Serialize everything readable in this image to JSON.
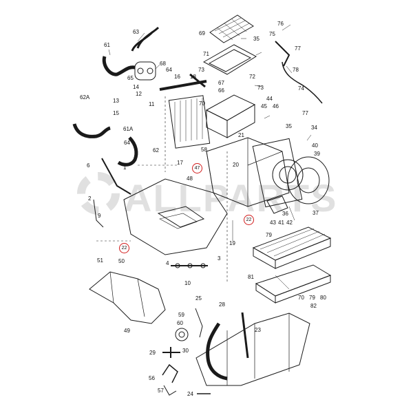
{
  "watermark": {
    "text": "ALLPARTS"
  },
  "part_labels": [
    {
      "id": "p63",
      "text": "63"
    },
    {
      "id": "p61",
      "text": "61"
    },
    {
      "id": "p68",
      "text": "68"
    },
    {
      "id": "p64a",
      "text": "64"
    },
    {
      "id": "p65",
      "text": "65"
    },
    {
      "id": "p16",
      "text": "16"
    },
    {
      "id": "p18",
      "text": "18"
    },
    {
      "id": "p73",
      "text": "73"
    },
    {
      "id": "p69",
      "text": "69"
    },
    {
      "id": "p35a",
      "text": "35"
    },
    {
      "id": "p71",
      "text": "71"
    },
    {
      "id": "p76",
      "text": "76"
    },
    {
      "id": "p75",
      "text": "75"
    },
    {
      "id": "p77a",
      "text": "77"
    },
    {
      "id": "p78",
      "text": "78"
    },
    {
      "id": "p74",
      "text": "74"
    },
    {
      "id": "p72",
      "text": "72"
    },
    {
      "id": "p67",
      "text": "67"
    },
    {
      "id": "p66",
      "text": "66"
    },
    {
      "id": "p73b",
      "text": "73"
    },
    {
      "id": "p44",
      "text": "44"
    },
    {
      "id": "p45",
      "text": "45"
    },
    {
      "id": "p46",
      "text": "46"
    },
    {
      "id": "p14",
      "text": "14"
    },
    {
      "id": "p12",
      "text": "12"
    },
    {
      "id": "p11",
      "text": "11"
    },
    {
      "id": "p13",
      "text": "13"
    },
    {
      "id": "p15",
      "text": "15"
    },
    {
      "id": "p62a",
      "text": "62A"
    },
    {
      "id": "p61a",
      "text": "61A"
    },
    {
      "id": "p64b",
      "text": "64"
    },
    {
      "id": "p62",
      "text": "62"
    },
    {
      "id": "p70",
      "text": "70"
    },
    {
      "id": "p77b",
      "text": "77"
    },
    {
      "id": "p35b",
      "text": "35"
    },
    {
      "id": "p21",
      "text": "21"
    },
    {
      "id": "p34",
      "text": "34"
    },
    {
      "id": "p17",
      "text": "17"
    },
    {
      "id": "p6",
      "text": "6"
    },
    {
      "id": "p1",
      "text": "1"
    },
    {
      "id": "p58",
      "text": "58"
    },
    {
      "id": "p20",
      "text": "20"
    },
    {
      "id": "p40",
      "text": "40"
    },
    {
      "id": "p39",
      "text": "39"
    },
    {
      "id": "p48",
      "text": "48"
    },
    {
      "id": "p2",
      "text": "2"
    },
    {
      "id": "p9",
      "text": "9"
    },
    {
      "id": "p36",
      "text": "36"
    },
    {
      "id": "p43",
      "text": "43"
    },
    {
      "id": "p41",
      "text": "41"
    },
    {
      "id": "p42",
      "text": "42"
    },
    {
      "id": "p37",
      "text": "37"
    },
    {
      "id": "p19",
      "text": "19"
    },
    {
      "id": "p79a",
      "text": "79"
    },
    {
      "id": "p51",
      "text": "51"
    },
    {
      "id": "p50",
      "text": "50"
    },
    {
      "id": "p4",
      "text": "4"
    },
    {
      "id": "p3",
      "text": "3"
    },
    {
      "id": "p10",
      "text": "10"
    },
    {
      "id": "p81",
      "text": "81"
    },
    {
      "id": "p70b",
      "text": "70"
    },
    {
      "id": "p79b",
      "text": "79"
    },
    {
      "id": "p80",
      "text": "80"
    },
    {
      "id": "p82",
      "text": "82"
    },
    {
      "id": "p49",
      "text": "49"
    },
    {
      "id": "p25",
      "text": "25"
    },
    {
      "id": "p28",
      "text": "28"
    },
    {
      "id": "p59",
      "text": "59"
    },
    {
      "id": "p23",
      "text": "23"
    },
    {
      "id": "p60",
      "text": "60"
    },
    {
      "id": "p29",
      "text": "29"
    },
    {
      "id": "p30",
      "text": "30"
    },
    {
      "id": "p56",
      "text": "56"
    },
    {
      "id": "p57",
      "text": "57"
    },
    {
      "id": "p24",
      "text": "24"
    }
  ],
  "highlighted_labels": [
    {
      "id": "h47",
      "text": "47"
    },
    {
      "id": "h22a",
      "text": "22"
    },
    {
      "id": "h22b",
      "text": "22"
    }
  ],
  "colors": {
    "line": "#1a1a1a",
    "highlight": "#d21c1c",
    "background": "#ffffff"
  }
}
